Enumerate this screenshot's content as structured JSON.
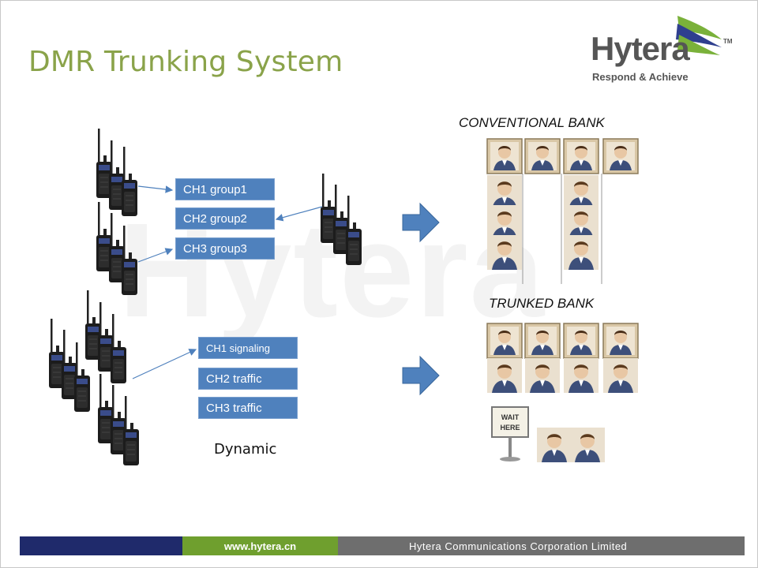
{
  "slide": {
    "title": "DMR Trunking System",
    "watermark": "Hytera"
  },
  "logo": {
    "brand": "Hytera",
    "tagline": "Respond & Achieve",
    "trademark": "TM"
  },
  "conventional": {
    "channels": [
      "CH1 group1",
      "CH2 group2",
      "CH3 group3"
    ],
    "bank_label": "CONVENTIONAL BANK"
  },
  "trunked": {
    "channels": [
      "CH1 signaling",
      "CH2 traffic",
      "CH3 traffic"
    ],
    "bank_label": "TRUNKED BANK",
    "dynamic_label": "Dynamic",
    "wait_sign": [
      "WAIT",
      "HERE"
    ]
  },
  "footer": {
    "url": "www.hytera.cn",
    "company": "Hytera Communications Corporation Limited"
  },
  "colors": {
    "title": "#8aa34a",
    "channel_box": "#4f81bd",
    "arrow": "#4f81bd",
    "footer_navy": "#1f2a6b",
    "footer_green": "#6f9f2e",
    "footer_gray": "#6e6e6e"
  },
  "icons": {
    "radio": "walkie-talkie-icon",
    "teller": "bank-teller-icon",
    "customer": "customer-person-icon",
    "wait_sign": "wait-here-sign-icon",
    "logo_wing": "hytera-wing-icon"
  }
}
